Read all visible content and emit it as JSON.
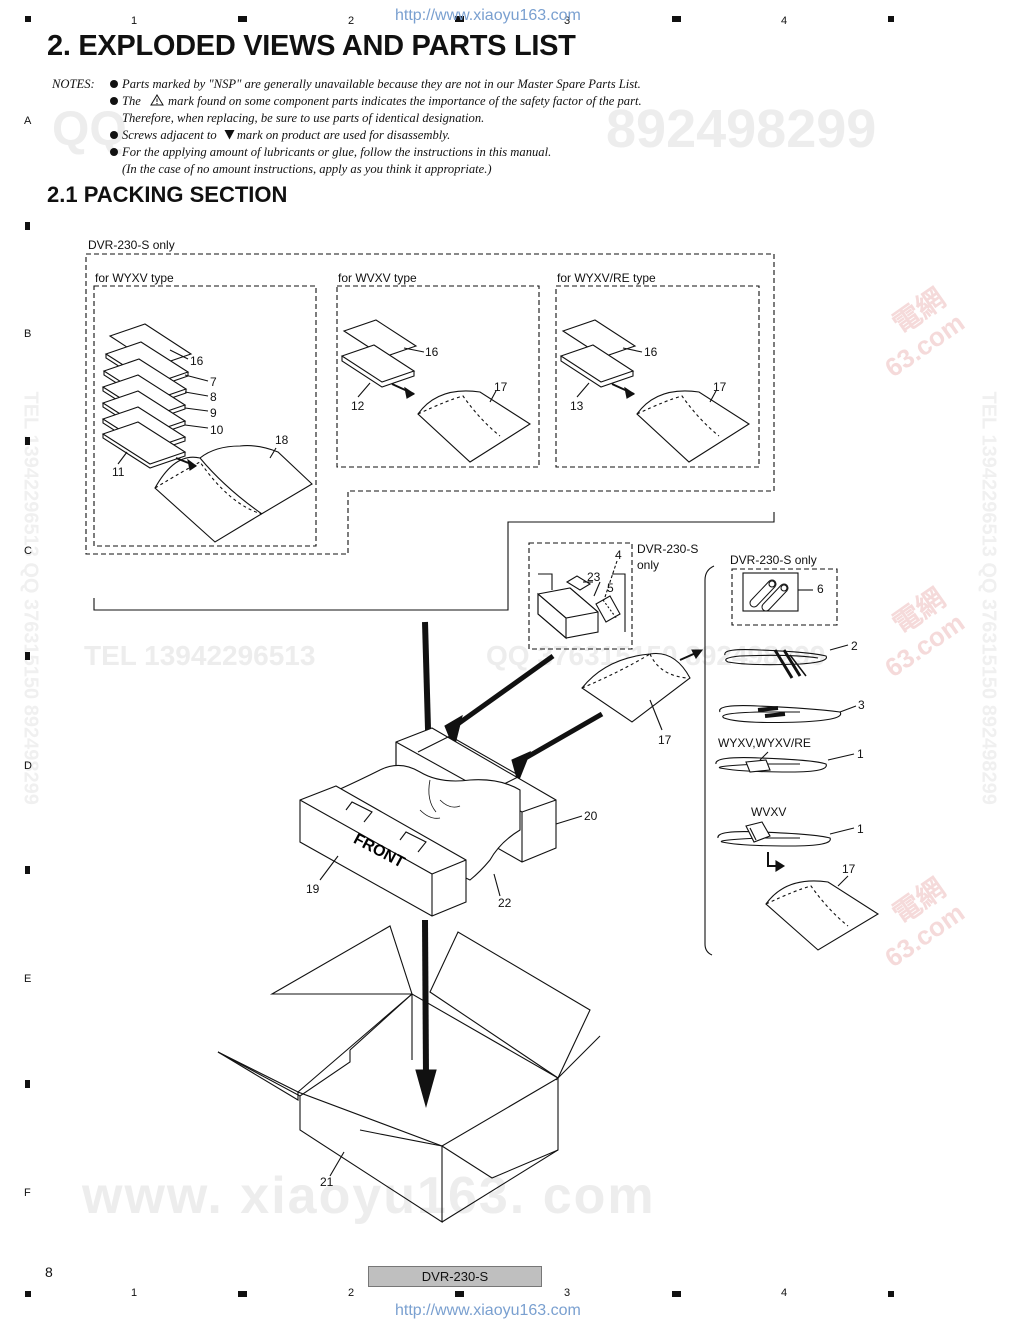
{
  "header": {
    "url": "http://www.xiaoyu163.com",
    "columns": [
      "1",
      "2",
      "3",
      "4"
    ],
    "rows": [
      "A",
      "B",
      "C",
      "D",
      "E",
      "F"
    ]
  },
  "title": "2. EXPLODED VIEWS AND PARTS LIST",
  "notes": {
    "label": "NOTES:",
    "lines": [
      "Parts marked by \"NSP\" are generally unavailable because they are not in our Master Spare Parts List.",
      "The",
      "mark found on some component parts indicates the importance of the safety factor of the part.",
      "Therefore, when replacing, be sure to use parts of identical designation.",
      "Screws adjacent to",
      "mark on product are used for disassembly.",
      "For the applying amount of lubricants or glue, follow the instructions in this manual.",
      "(In the case of no amount instructions, apply as you think it appropriate.)"
    ]
  },
  "section_title": "2.1  PACKING SECTION",
  "diagram": {
    "groups": {
      "outer": "DVR-230-S only",
      "wyxv": "for WYXV type",
      "wvxv": "for WVXV type",
      "wyxvre": "for WYXV/RE type",
      "remote": "DVR-230-S",
      "remote2": "only",
      "battery": "DVR-230-S only",
      "cord_a": "WYXV,WYXV/RE",
      "cord_b": "WVXV"
    },
    "front_label": "FRONT",
    "callouts": [
      "16",
      "7",
      "8",
      "9",
      "10",
      "11",
      "18",
      "16",
      "12",
      "17",
      "16",
      "13",
      "17",
      "4",
      "23",
      "5",
      "6",
      "2",
      "3",
      "1",
      "1",
      "17",
      "17",
      "20",
      "19",
      "22",
      "21"
    ]
  },
  "watermarks": {
    "qq_left": "QQ",
    "qq_right": "892498299",
    "tel": "TEL  13942296513",
    "qq_mid": "QQ  376315150  892498299",
    "site": "www. xiaoyu163. com",
    "side_left": "TEL 13942296513 QQ 376315150 892498299",
    "side_right": "TEL 13942296513 QQ 376315150 892498299",
    "cn_mark": "電網",
    "com_mark": "63.com"
  },
  "footer": {
    "page": "8",
    "model": "DVR-230-S",
    "url": "http://www.xiaoyu163.com"
  }
}
